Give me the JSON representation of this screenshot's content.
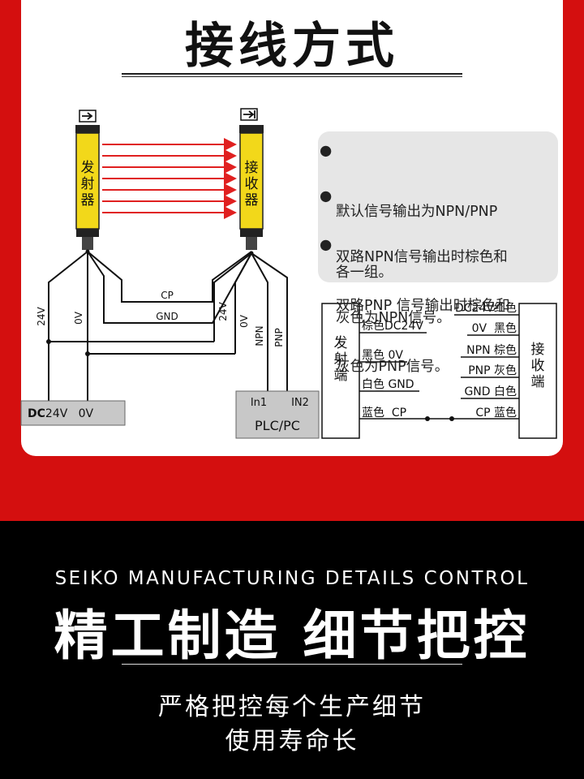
{
  "header": {
    "title": "接线方式"
  },
  "diagram": {
    "emitter_label": "发射器",
    "receiver_label": "接收器",
    "wire_cp": "CP",
    "wire_gnd": "GND",
    "wire_24v_left": "24V",
    "wire_0v_left": "0V",
    "wire_24v_right": "24V",
    "wire_0v_right": "0V",
    "wire_npn": "NPN",
    "wire_pnp": "PNP",
    "power_label_bold": "DC",
    "power_label_rest": "24V   0V",
    "plc_in1": "In1",
    "plc_in2": "IN2",
    "plc_label": "PLC/PC"
  },
  "notes": [
    {
      "line1": "默认信号输出为NPN/PNP",
      "line2": "各一组。"
    },
    {
      "line1": "双路NPN信号输出时棕色和",
      "line2": "灰色为NPN信号。"
    },
    {
      "line1": "双路PNP 信号输出时棕色和",
      "line2": "灰色为PNP信号。"
    }
  ],
  "wiring_table": {
    "left_block": "发射端",
    "right_block": "接收端",
    "left_rows": [
      "棕色DC24V",
      "黑色 0V",
      "白色 GND",
      "蓝色  CP"
    ],
    "right_rows": [
      "DC24V红色",
      "0V  黑色",
      "NPN 棕色",
      "PNP 灰色",
      "GND 白色",
      "CP 蓝色"
    ]
  },
  "footer": {
    "english": "SEIKO MANUFACTURING DETAILS CONTROL",
    "headline": "精工制造 细节把控",
    "line1": "严格把控每个生产细节",
    "line2": "使用寿命长"
  }
}
